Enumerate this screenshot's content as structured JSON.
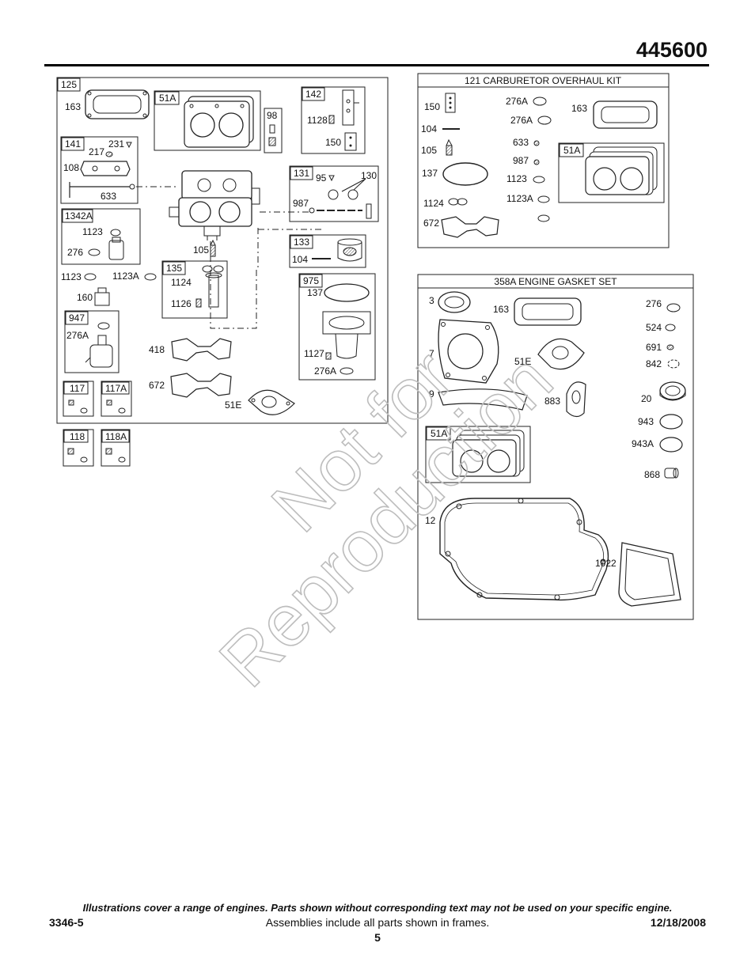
{
  "header": {
    "model_number": "445600"
  },
  "watermark": {
    "line1": "Not for",
    "line2": "Reproduction"
  },
  "left_panel": {
    "frames": {
      "f125": "125",
      "f51A": "51A",
      "f98": "98",
      "f142": "142",
      "f141": "141",
      "f131": "131",
      "f1342A": "1342A",
      "f133": "133",
      "f135": "135",
      "f975": "975",
      "f947": "947",
      "f117": "117",
      "f117A": "117A",
      "f118": "118",
      "f118A": "118A"
    },
    "labels": {
      "p163": "163",
      "p1128": "1128",
      "p150": "150",
      "p217": "217",
      "p231": "231",
      "p108": "108",
      "p633": "633",
      "p95": "95",
      "p130": "130",
      "p987": "987",
      "p1123": "1123",
      "p276": "276",
      "p105": "105",
      "p104": "104",
      "p1123b": "1123",
      "p1123A": "1123A",
      "p1124": "1124",
      "p160": "160",
      "p137": "137",
      "p1126": "1126",
      "p276A": "276A",
      "p418": "418",
      "p1127": "1127",
      "p276A2": "276A",
      "p672": "672",
      "p51E": "51E"
    }
  },
  "carb_kit": {
    "title": "121 CARBURETOR OVERHAUL KIT",
    "frame_51A": "51A",
    "labels": {
      "p150": "150",
      "p276A": "276A",
      "p276A2": "276A",
      "p163": "163",
      "p104": "104",
      "p633": "633",
      "p105": "105",
      "p987": "987",
      "p137": "137",
      "p1123": "1123",
      "p1123A": "1123A",
      "p1124": "1124",
      "p672": "672"
    }
  },
  "gasket_set": {
    "title": "358A ENGINE GASKET SET",
    "frame_51A": "51A",
    "labels": {
      "p3": "3",
      "p163": "163",
      "p276": "276",
      "p524": "524",
      "p7": "7",
      "p691": "691",
      "p51E": "51E",
      "p842": "842",
      "p9": "9",
      "p883": "883",
      "p20": "20",
      "p943": "943",
      "p943A": "943A",
      "p868": "868",
      "p12": "12",
      "p1022": "1022"
    }
  },
  "footer": {
    "note": "Illustrations cover a range of engines. Parts shown without corresponding text may not be used on your specific engine.",
    "doc_id": "3346-5",
    "assemblies": "Assemblies include all parts shown in frames.",
    "date": "12/18/2008",
    "page": "5"
  }
}
